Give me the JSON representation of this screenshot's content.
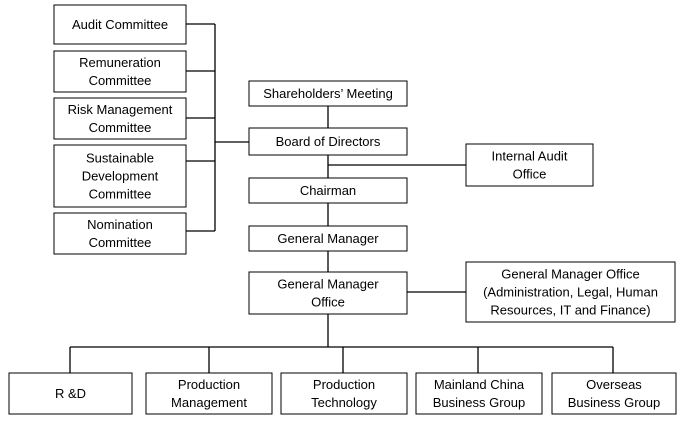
{
  "committees": {
    "audit": [
      "Audit Committee"
    ],
    "remuneration": [
      "Remuneration",
      "Committee"
    ],
    "risk_management": [
      "Risk Management",
      "Committee"
    ],
    "sustainable_development": [
      "Sustainable",
      "Development",
      "Committee"
    ],
    "nomination": [
      "Nomination",
      "Committee"
    ]
  },
  "core": {
    "shareholders_meeting": [
      "Shareholders’ Meeting"
    ],
    "board_of_directors": [
      "Board of Directors"
    ],
    "internal_audit_office": [
      "Internal Audit",
      "Office"
    ],
    "chairman": [
      "Chairman"
    ],
    "general_manager": [
      "General Manager"
    ],
    "general_manager_office": [
      "General Manager",
      "Office"
    ],
    "gm_office_functions": [
      "General Manager Office",
      "(Administration, Legal, Human",
      "Resources, IT and Finance)"
    ]
  },
  "departments": {
    "rnd": [
      "R &D"
    ],
    "production_management": [
      "Production",
      "Management"
    ],
    "production_technology": [
      "Production",
      "Technology"
    ],
    "mainland_china_business_group": [
      "Mainland China",
      "Business Group"
    ],
    "overseas_business_group": [
      "Overseas",
      "Business Group"
    ]
  },
  "colors": {
    "line": "#000000",
    "box_fill": "#ffffff",
    "text": "#000000"
  }
}
